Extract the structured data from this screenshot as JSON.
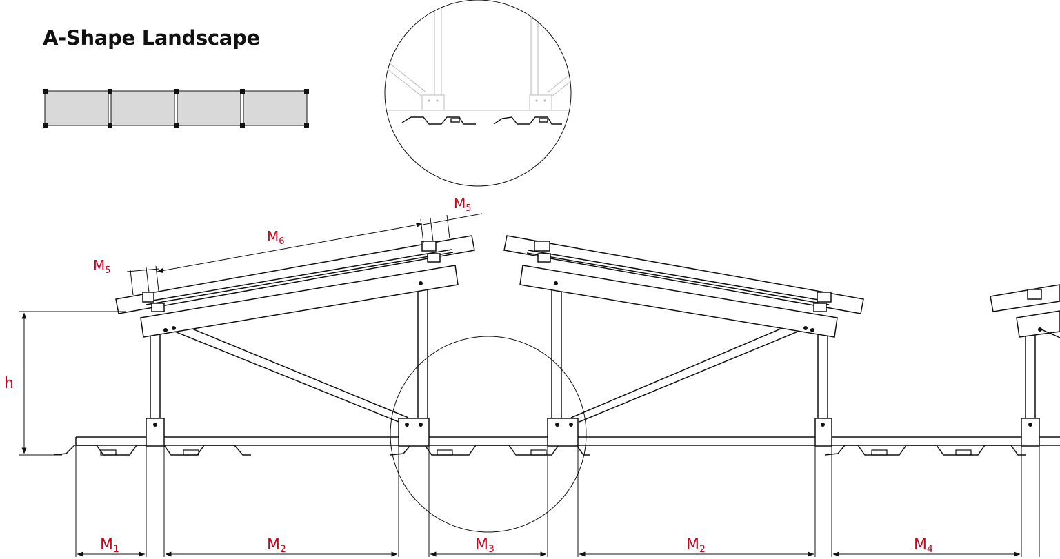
{
  "title": "A-Shape Landscape",
  "colors": {
    "dimension": "#d0021b",
    "line": "#111111",
    "panel_fill": "#d9d9d9",
    "detail_line": "#bbbbbb"
  },
  "labels": {
    "h": "h",
    "m1": "M",
    "m1_sub": "1",
    "m2a": "M",
    "m2a_sub": "2",
    "m3": "M",
    "m3_sub": "3",
    "m2b": "M",
    "m2b_sub": "2",
    "m4": "M",
    "m4_sub": "4",
    "m5a": "M",
    "m5a_sub": "5",
    "m5b": "M",
    "m5b_sub": "5",
    "m6": "M",
    "m6_sub": "6"
  },
  "icons": {
    "panel_layout": "panel-row-icon",
    "detail": "magnifier-detail-circle"
  }
}
